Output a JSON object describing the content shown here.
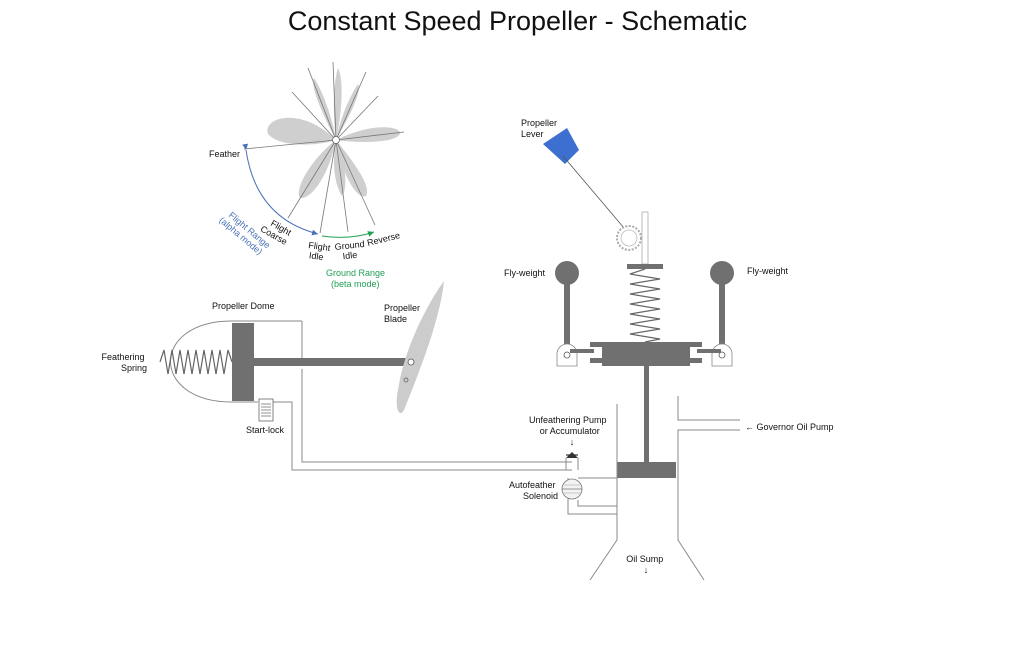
{
  "title": "Constant Speed Propeller - Schematic",
  "blade_angle_labels": {
    "feather": "Feather",
    "flight_coarse": [
      "Flight",
      "Coarse"
    ],
    "flight_idle": [
      "Flight",
      "Idle"
    ],
    "ground_idle": [
      "Ground",
      "Idle"
    ],
    "reverse": "Reverse"
  },
  "ranges": {
    "flight_range": [
      "Flight Range",
      "(alpha mode)"
    ],
    "ground_range": [
      "Ground Range",
      "(beta mode)"
    ]
  },
  "components": {
    "propeller_lever": [
      "Propeller",
      "Lever"
    ],
    "fly_weight_left": "Fly-weight",
    "fly_weight_right": "Fly-weight",
    "propeller_dome": "Propeller Dome",
    "propeller_blade": [
      "Propeller",
      "Blade"
    ],
    "feathering_spring": [
      "Feathering",
      "Spring"
    ],
    "start_lock": "Start-lock",
    "unfeathering_pump": [
      "Unfeathering Pump",
      "or Accumulator"
    ],
    "unfeathering_arrow": "↓",
    "governor_oil_pump": "← Governor Oil Pump",
    "autofeather_solenoid": [
      "Autofeather",
      "Solenoid"
    ],
    "oil_sump": "Oil Sump",
    "oil_sump_arrow": "↓"
  },
  "colors": {
    "flight_range": "#4a72b8",
    "ground_range": "#22a055",
    "lever": "#3d6fd1",
    "metal": "#707070",
    "blade": "#cccccc"
  }
}
